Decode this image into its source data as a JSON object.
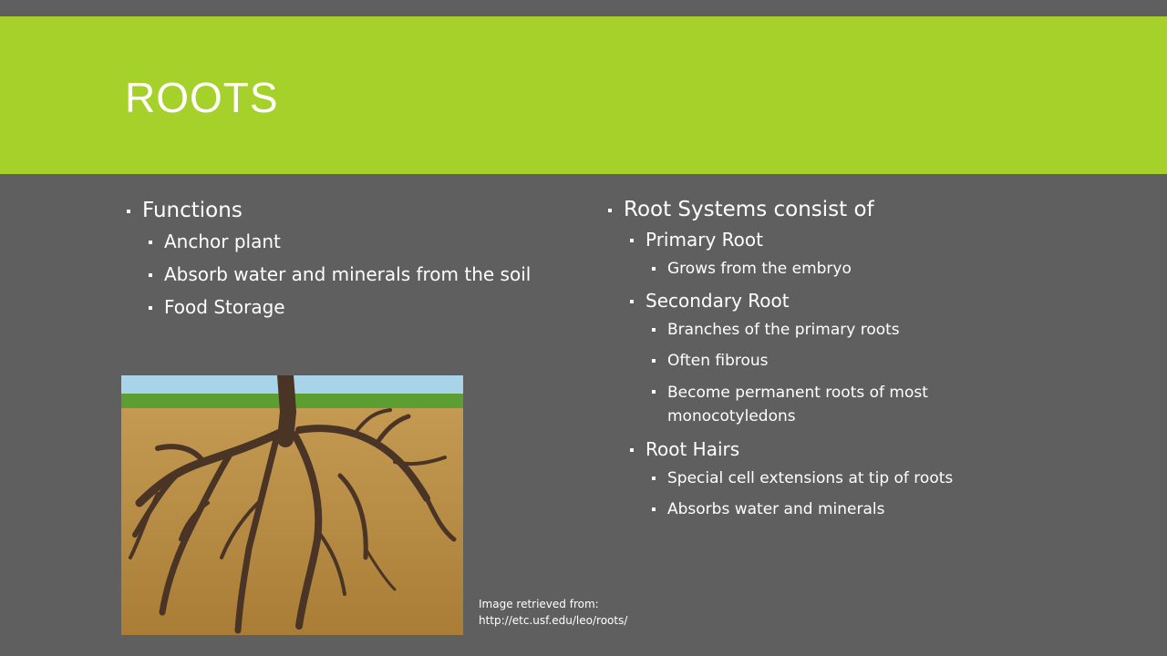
{
  "slide": {
    "title": "ROOTS"
  },
  "left": {
    "heading": "Functions",
    "items": [
      "Anchor plant",
      "Absorb water and minerals from the soil",
      "Food Storage"
    ]
  },
  "right": {
    "heading": "Root Systems consist of",
    "groups": [
      {
        "label": "Primary Root",
        "items": [
          "Grows from the embryo"
        ]
      },
      {
        "label": "Secondary Root",
        "items": [
          "Branches of the primary roots",
          "Often  fibrous",
          "Become  permanent roots of most monocotyledons"
        ]
      },
      {
        "label": "Root Hairs",
        "items": [
          "Special cell extensions at tip of roots",
          "Absorbs water and minerals"
        ]
      }
    ]
  },
  "image": {
    "credit_line1": "Image retrieved from:",
    "credit_line2": "http://etc.usf.edu/leo/roots/"
  },
  "colors": {
    "background": "#5f5f5f",
    "title_band": "#a5d12a",
    "soil": "#b88a40",
    "root": "#4a3426",
    "grass": "#5c9e32",
    "sky": "#a9d3e8"
  }
}
